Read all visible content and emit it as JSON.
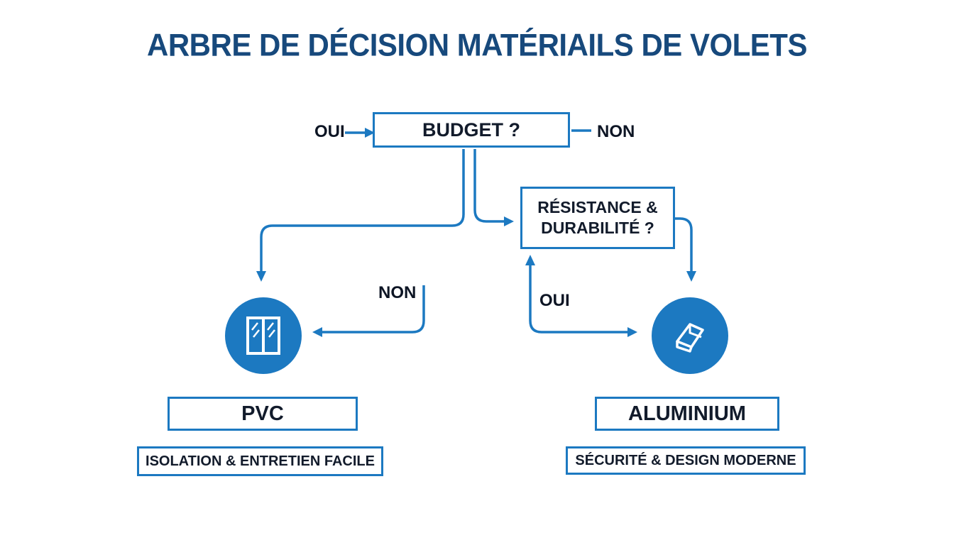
{
  "title": "ARBRE DE DÉCISION MATÉRIAILS DE VOLETS",
  "colors": {
    "accent": "#1c79c1",
    "title": "#17497c",
    "text": "#121b2b"
  },
  "nodes": {
    "budget": {
      "label": "BUDGET ?"
    },
    "resistance": {
      "label_line1": "RÉSISTANCE &",
      "label_line2": "DURABILITÉ ?"
    },
    "pvc": {
      "label": "PVC",
      "subtitle": "ISOLATION & ENTRETIEN FACILE"
    },
    "aluminium": {
      "label": "ALUMINIUM",
      "subtitle": "SÉCURITÉ & DESIGN MODERNE"
    }
  },
  "edge_labels": {
    "oui_budget": "OUI",
    "non_budget": "NON",
    "non_mid": "NON",
    "oui_mid": "OUI"
  },
  "icons": {
    "pvc": "window-shutter-icon",
    "aluminium": "aluminium-profile-icon"
  }
}
